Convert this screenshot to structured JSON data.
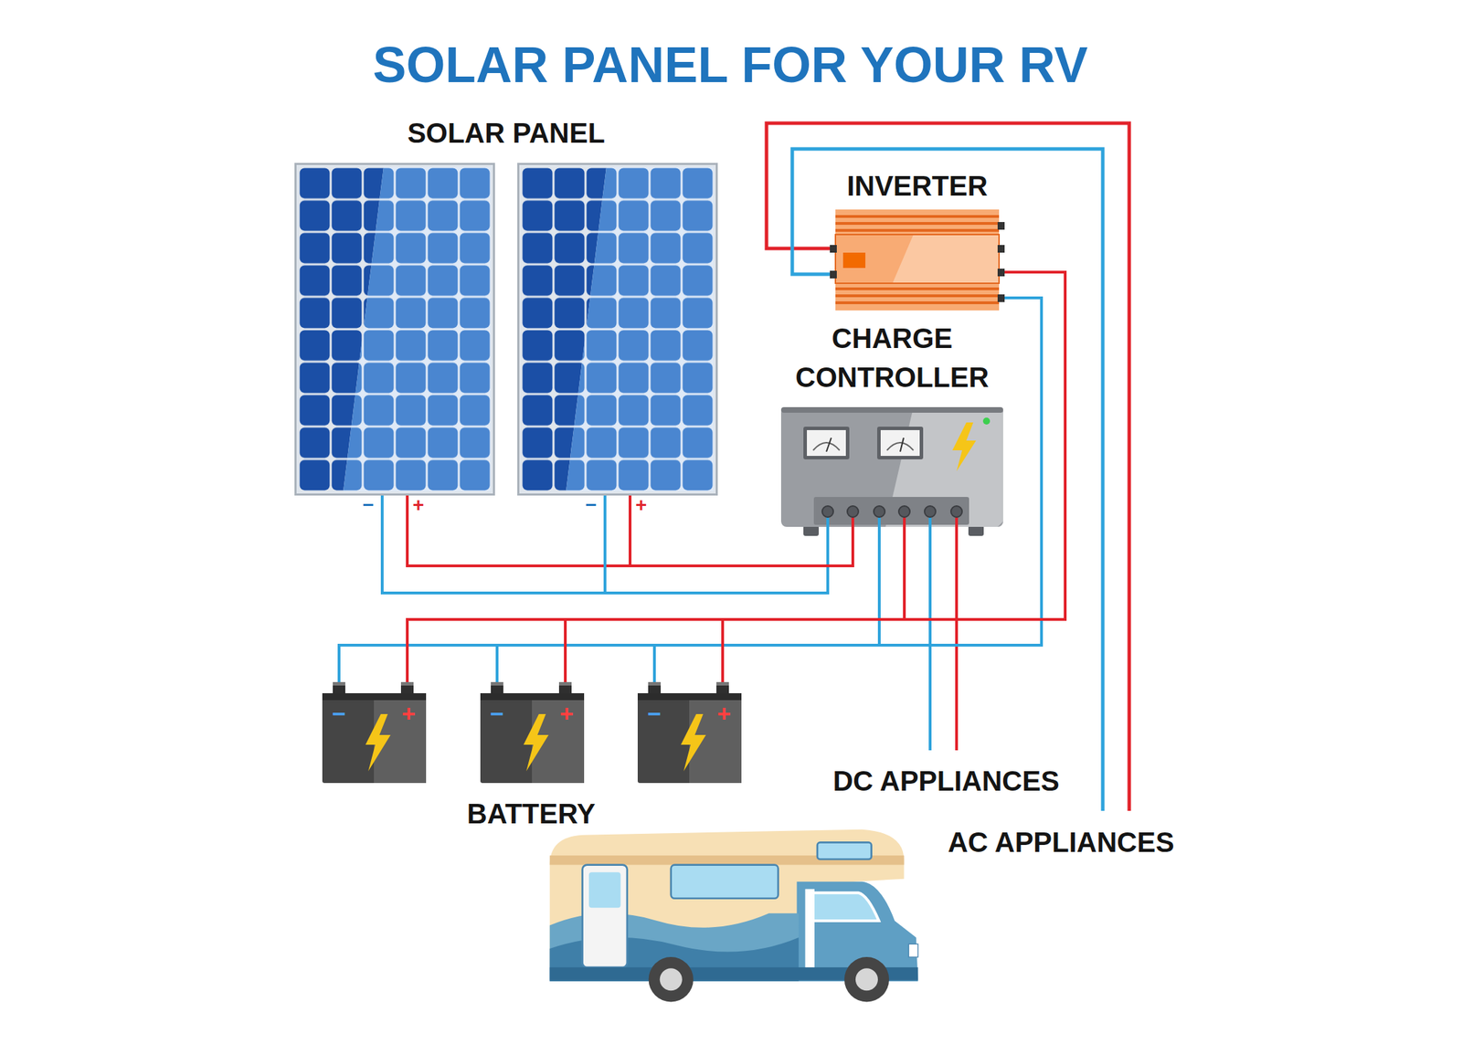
{
  "diagram": {
    "title": "SOLAR PANEL FOR YOUR RV",
    "nodes": [
      {
        "text": [
          "−",
          "+"
        ]
      },
      {
        "text": [
          "−",
          "+"
        ]
      },
      {
        "text": [
          "INVERTER"
        ]
      },
      {
        "text": [
          "CHARGE CONTROLLER"
        ]
      },
      {
        "text": [
          "−",
          "+"
        ]
      },
      {
        "text": [
          "−",
          "+"
        ]
      },
      {
        "text": [
          "−",
          "+"
        ]
      }
    ],
    "edges": [
      {
        "from": 0,
        "to": 3,
        "arrow": "none"
      },
      {
        "from": 1,
        "to": 3,
        "arrow": "none"
      },
      {
        "from": 3,
        "to": 4,
        "arrow": "none"
      },
      {
        "from": 3,
        "to": 5,
        "arrow": "none"
      },
      {
        "from": 3,
        "to": 6,
        "arrow": "none"
      },
      {
        "from": 2,
        "to": 4,
        "arrow": "none"
      },
      {
        "from": 2,
        "to": 5,
        "arrow": "none"
      },
      {
        "from": 2,
        "to": 6,
        "arrow": "none"
      }
    ],
    "labels": [
      "SOLAR PANEL",
      "BATTERY",
      "DC APPLIANCES",
      "AC APPLIANCES"
    ]
  }
}
